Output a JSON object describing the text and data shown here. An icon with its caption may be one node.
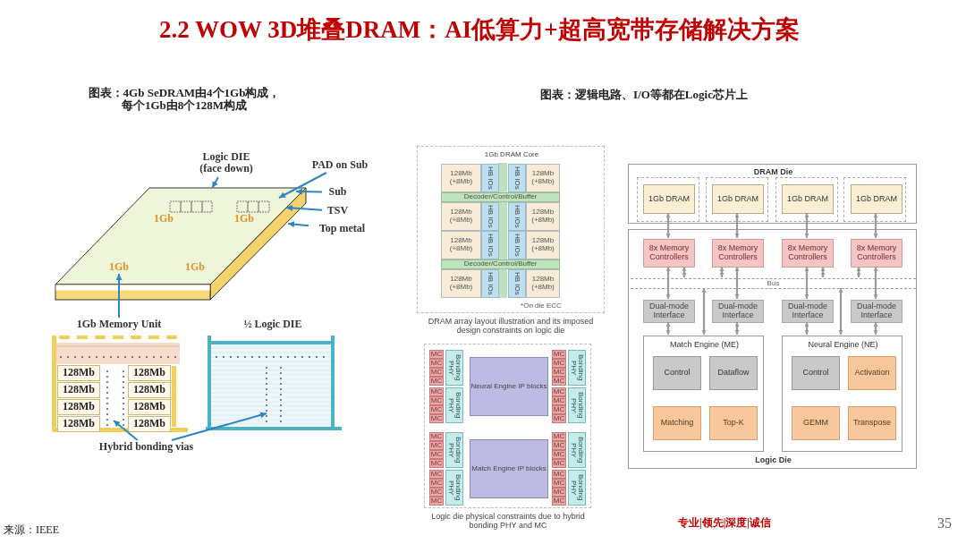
{
  "diagram": {
    "nodes": [
      {
        "text": [
          "Logic DIE (face down)"
        ]
      },
      {
        "text": [
          "PAD on Sub"
        ]
      },
      {
        "text": [
          "Sub"
        ]
      },
      {
        "text": [
          "TSV"
        ]
      },
      {
        "text": [
          "Top metal"
        ]
      },
      {
        "text": [],
        "shape": "picture"
      },
      {
        "text": [
          "1Gb"
        ],
        "in": 5
      },
      {
        "text": [
          "1Gb"
        ],
        "in": 5
      },
      {
        "text": [
          "1Gb"
        ],
        "in": 5
      },
      {
        "text": [
          "1Gb"
        ],
        "in": 5
      },
      {
        "text": [
          "1Gb Memory Unit"
        ]
      },
      {
        "text": [
          "128Mb"
        ],
        "in": 10
      },
      {
        "text": [
          "128Mb"
        ],
        "in": 10
      },
      {
        "text": [
          "128Mb"
        ],
        "in": 10
      },
      {
        "text": [
          "128Mb"
        ],
        "in": 10
      },
      {
        "text": [
          "128Mb"
        ],
        "in": 10
      },
      {
        "text": [
          "128Mb"
        ],
        "in": 10
      },
      {
        "text": [
          "128Mb"
        ],
        "in": 10
      },
      {
        "text": [
          "128Mb"
        ],
        "in": 10
      },
      {
        "text": [
          "½ Logic DIE"
        ]
      },
      {
        "text": [
          "Hybrid bonding vias"
        ]
      },
      {
        "text": [
          "1Gb DRAM Core"
        ],
        "beside": [
          "DRAM array layout illustration and its imposed design constraints on logic die"
        ]
      },
      {
        "text": [
          "128Mb (+8Mb)"
        ],
        "in": 21
      },
      {
        "text": [
          "HB IOs"
        ],
        "in": 21
      },
      {
        "text": [
          "HB IOs"
        ],
        "in": 21
      },
      {
        "text": [
          "128Mb (+8Mb)"
        ],
        "in": 21
      },
      {
        "text": [
          "Decoder/Control/Buffer"
        ],
        "in": 21
      },
      {
        "text": [
          "128Mb (+8Mb)"
        ],
        "in": 21
      },
      {
        "text": [
          "HB IOs"
        ],
        "in": 21
      },
      {
        "text": [
          "HB IOs"
        ],
        "in": 21
      },
      {
        "text": [
          "128Mb (+8Mb)"
        ],
        "in": 21
      },
      {
        "text": [
          "128Mb (+8Mb)"
        ],
        "in": 21
      },
      {
        "text": [
          "HB IOs"
        ],
        "in": 21
      },
      {
        "text": [
          "HB IOs"
        ],
        "in": 21
      },
      {
        "text": [
          "128Mb (+8Mb)"
        ],
        "in": 21
      },
      {
        "text": [
          "Decoder/Control/Buffer"
        ],
        "in": 21
      },
      {
        "text": [
          "128Mb (+8Mb)"
        ],
        "in": 21
      },
      {
        "text": [
          "HB IOs"
        ],
        "in": 21
      },
      {
        "text": [
          "HB IOs"
        ],
        "in": 21
      },
      {
        "text": [
          "128Mb (+8Mb)"
        ],
        "in": 21
      },
      {
        "text": [],
        "shape": "box",
        "beside": [
          "Logic die physical constraints due to hybrid bonding PHY and MC"
        ]
      },
      {
        "text": [
          "Neural Engine IP blocks"
        ],
        "in": 40
      },
      {
        "text": [
          "Match Engine IP blocks"
        ],
        "in": 40
      },
      {
        "text": [
          "MC"
        ],
        "in": 40
      },
      {
        "text": [
          "MC"
        ],
        "in": 40
      },
      {
        "text": [
          "MC"
        ],
        "in": 40
      },
      {
        "text": [
          "MC"
        ],
        "in": 40
      },
      {
        "text": [
          "Bonding PHY"
        ],
        "in": 40
      },
      {
        "text": [
          "MC"
        ],
        "in": 40
      },
      {
        "text": [
          "MC"
        ],
        "in": 40
      },
      {
        "text": [
          "MC"
        ],
        "in": 40
      },
      {
        "text": [
          "MC"
        ],
        "in": 40
      },
      {
        "text": [
          "Bonding PHY"
        ],
        "in": 40
      },
      {
        "text": [
          "MC"
        ],
        "in": 40
      },
      {
        "text": [
          "MC"
        ],
        "in": 40
      },
      {
        "text": [
          "MC"
        ],
        "in": 40
      },
      {
        "text": [
          "MC"
        ],
        "in": 40
      },
      {
        "text": [
          "Bonding PHY"
        ],
        "in": 40
      },
      {
        "text": [
          "MC"
        ],
        "in": 40
      },
      {
        "text": [
          "MC"
        ],
        "in": 40
      },
      {
        "text": [
          "MC"
        ],
        "in": 40
      },
      {
        "text": [
          "MC"
        ],
        "in": 40
      },
      {
        "text": [
          "Bonding PHY"
        ],
        "in": 40
      },
      {
        "text": [
          "MC"
        ],
        "in": 40
      },
      {
        "text": [
          "MC"
        ],
        "in": 40
      },
      {
        "text": [
          "MC"
        ],
        "in": 40
      },
      {
        "text": [
          "MC"
        ],
        "in": 40
      },
      {
        "text": [
          "Bonding PHY"
        ],
        "in": 40
      },
      {
        "text": [
          "MC"
        ],
        "in": 40
      },
      {
        "text": [
          "MC"
        ],
        "in": 40
      },
      {
        "text": [
          "MC"
        ],
        "in": 40
      },
      {
        "text": [
          "MC"
        ],
        "in": 40
      },
      {
        "text": [
          "Bonding PHY"
        ],
        "in": 40
      },
      {
        "text": [
          "MC"
        ],
        "in": 40
      },
      {
        "text": [
          "MC"
        ],
        "in": 40
      },
      {
        "text": [
          "MC"
        ],
        "in": 40
      },
      {
        "text": [
          "MC"
        ],
        "in": 40
      },
      {
        "text": [
          "Bonding PHY"
        ],
        "in": 40
      },
      {
        "text": [
          "MC"
        ],
        "in": 40
      },
      {
        "text": [
          "MC"
        ],
        "in": 40
      },
      {
        "text": [
          "MC"
        ],
        "in": 40
      },
      {
        "text": [
          "MC"
        ],
        "in": 40
      },
      {
        "text": [
          "Bonding PHY"
        ],
        "in": 40
      },
      {
        "text": [
          "DRAM Die"
        ]
      },
      {
        "text": [
          "1Gb DRAM"
        ],
        "in": 83
      },
      {
        "text": [
          "1Gb DRAM"
        ],
        "in": 83
      },
      {
        "text": [
          "1Gb DRAM"
        ],
        "in": 83
      },
      {
        "text": [
          "1Gb DRAM"
        ],
        "in": 83
      },
      {
        "text": [
          "Logic Die"
        ]
      },
      {
        "text": [
          "8x Memory Controllers"
        ],
        "in": 88
      },
      {
        "text": [
          "8x Memory Controllers"
        ],
        "in": 88
      },
      {
        "text": [
          "8x Memory Controllers"
        ],
        "in": 88
      },
      {
        "text": [
          "8x Memory Controllers"
        ],
        "in": 88
      },
      {
        "text": [
          "Bus"
        ],
        "in": 88
      },
      {
        "text": [
          "Dual-mode Interface"
        ],
        "in": 88
      },
      {
        "text": [
          "Dual-mode Interface"
        ],
        "in": 88
      },
      {
        "text": [
          "Dual-mode Interface"
        ],
        "in": 88
      },
      {
        "text": [
          "Dual-mode Interface"
        ],
        "in": 88
      },
      {
        "text": [
          "Match Engine (ME)"
        ],
        "in": 88
      },
      {
        "text": [
          "Control"
        ],
        "in": 98
      },
      {
        "text": [
          "Dataflow"
        ],
        "in": 98
      },
      {
        "text": [
          "Matching"
        ],
        "in": 98
      },
      {
        "text": [
          "Top-K"
        ],
        "in": 98
      },
      {
        "text": [
          "Neural Engine (NE)"
        ],
        "in": 88
      },
      {
        "text": [
          "Control"
        ],
        "in": 103
      },
      {
        "text": [
          "Activation"
        ],
        "in": 103
      },
      {
        "text": [
          "GEMM"
        ],
        "in": 103
      },
      {
        "text": [
          "Transpose"
        ],
        "in": 103
      }
    ],
    "edges": [
      {
        "from": 0,
        "to": 5,
        "arrow": "to",
        "color": "#2e86c1"
      },
      {
        "from": 1,
        "to": 5,
        "arrow": "to",
        "color": "#2e86c1"
      },
      {
        "from": 2,
        "to": 5,
        "arrow": "to",
        "color": "#2e86c1"
      },
      {
        "from": 3,
        "to": 5,
        "arrow": "to",
        "color": "#2e86c1"
      },
      {
        "from": 4,
        "to": 5,
        "arrow": "to",
        "color": "#2e86c1"
      },
      {
        "from": 10,
        "to": 8,
        "arrow": "to",
        "color": "#2e86c1"
      },
      {
        "from": 20,
        "to": 10,
        "arrow": "to",
        "color": "#2e86c1"
      },
      {
        "from": 20,
        "to": 19,
        "arrow": "to",
        "color": "#2e86c1"
      },
      {
        "from": 84,
        "to": 89,
        "arrow": "both"
      },
      {
        "from": 85,
        "to": 90,
        "arrow": "both"
      },
      {
        "from": 86,
        "to": 91,
        "arrow": "both"
      },
      {
        "from": 87,
        "to": 92,
        "arrow": "both"
      },
      {
        "from": 89,
        "to": 93,
        "arrow": "both"
      },
      {
        "from": 90,
        "to": 93,
        "arrow": "both"
      },
      {
        "from": 91,
        "to": 93,
        "arrow": "both"
      },
      {
        "from": 92,
        "to": 93,
        "arrow": "both"
      },
      {
        "from": 89,
        "to": 94,
        "arrow": "both"
      },
      {
        "from": 90,
        "to": 95,
        "arrow": "both"
      },
      {
        "from": 91,
        "to": 96,
        "arrow": "both"
      },
      {
        "from": 92,
        "to": 97,
        "arrow": "both"
      },
      {
        "from": 94,
        "to": 98,
        "arrow": "both"
      },
      {
        "from": 95,
        "to": 98,
        "arrow": "both"
      },
      {
        "from": 96,
        "to": 103,
        "arrow": "both"
      },
      {
        "from": 97,
        "to": 103,
        "arrow": "both"
      },
      {
        "from": 93,
        "to": 98,
        "arrow": "both"
      },
      {
        "from": 93,
        "to": 103,
        "arrow": "both"
      }
    ],
    "labels": [
      "2.2 WOW 3D堆叠DRAM：AI低算力+超高宽带存储解决方案",
      "图表：4Gb SeDRAM由4个1Gb构成，每个1Gb由8个128M构成",
      "图表：逻辑电路、I/O等都在Logic芯片上",
      "*On die ECC",
      "来源：IEEE",
      "专业|领先|深度|诚信",
      "35"
    ]
  }
}
